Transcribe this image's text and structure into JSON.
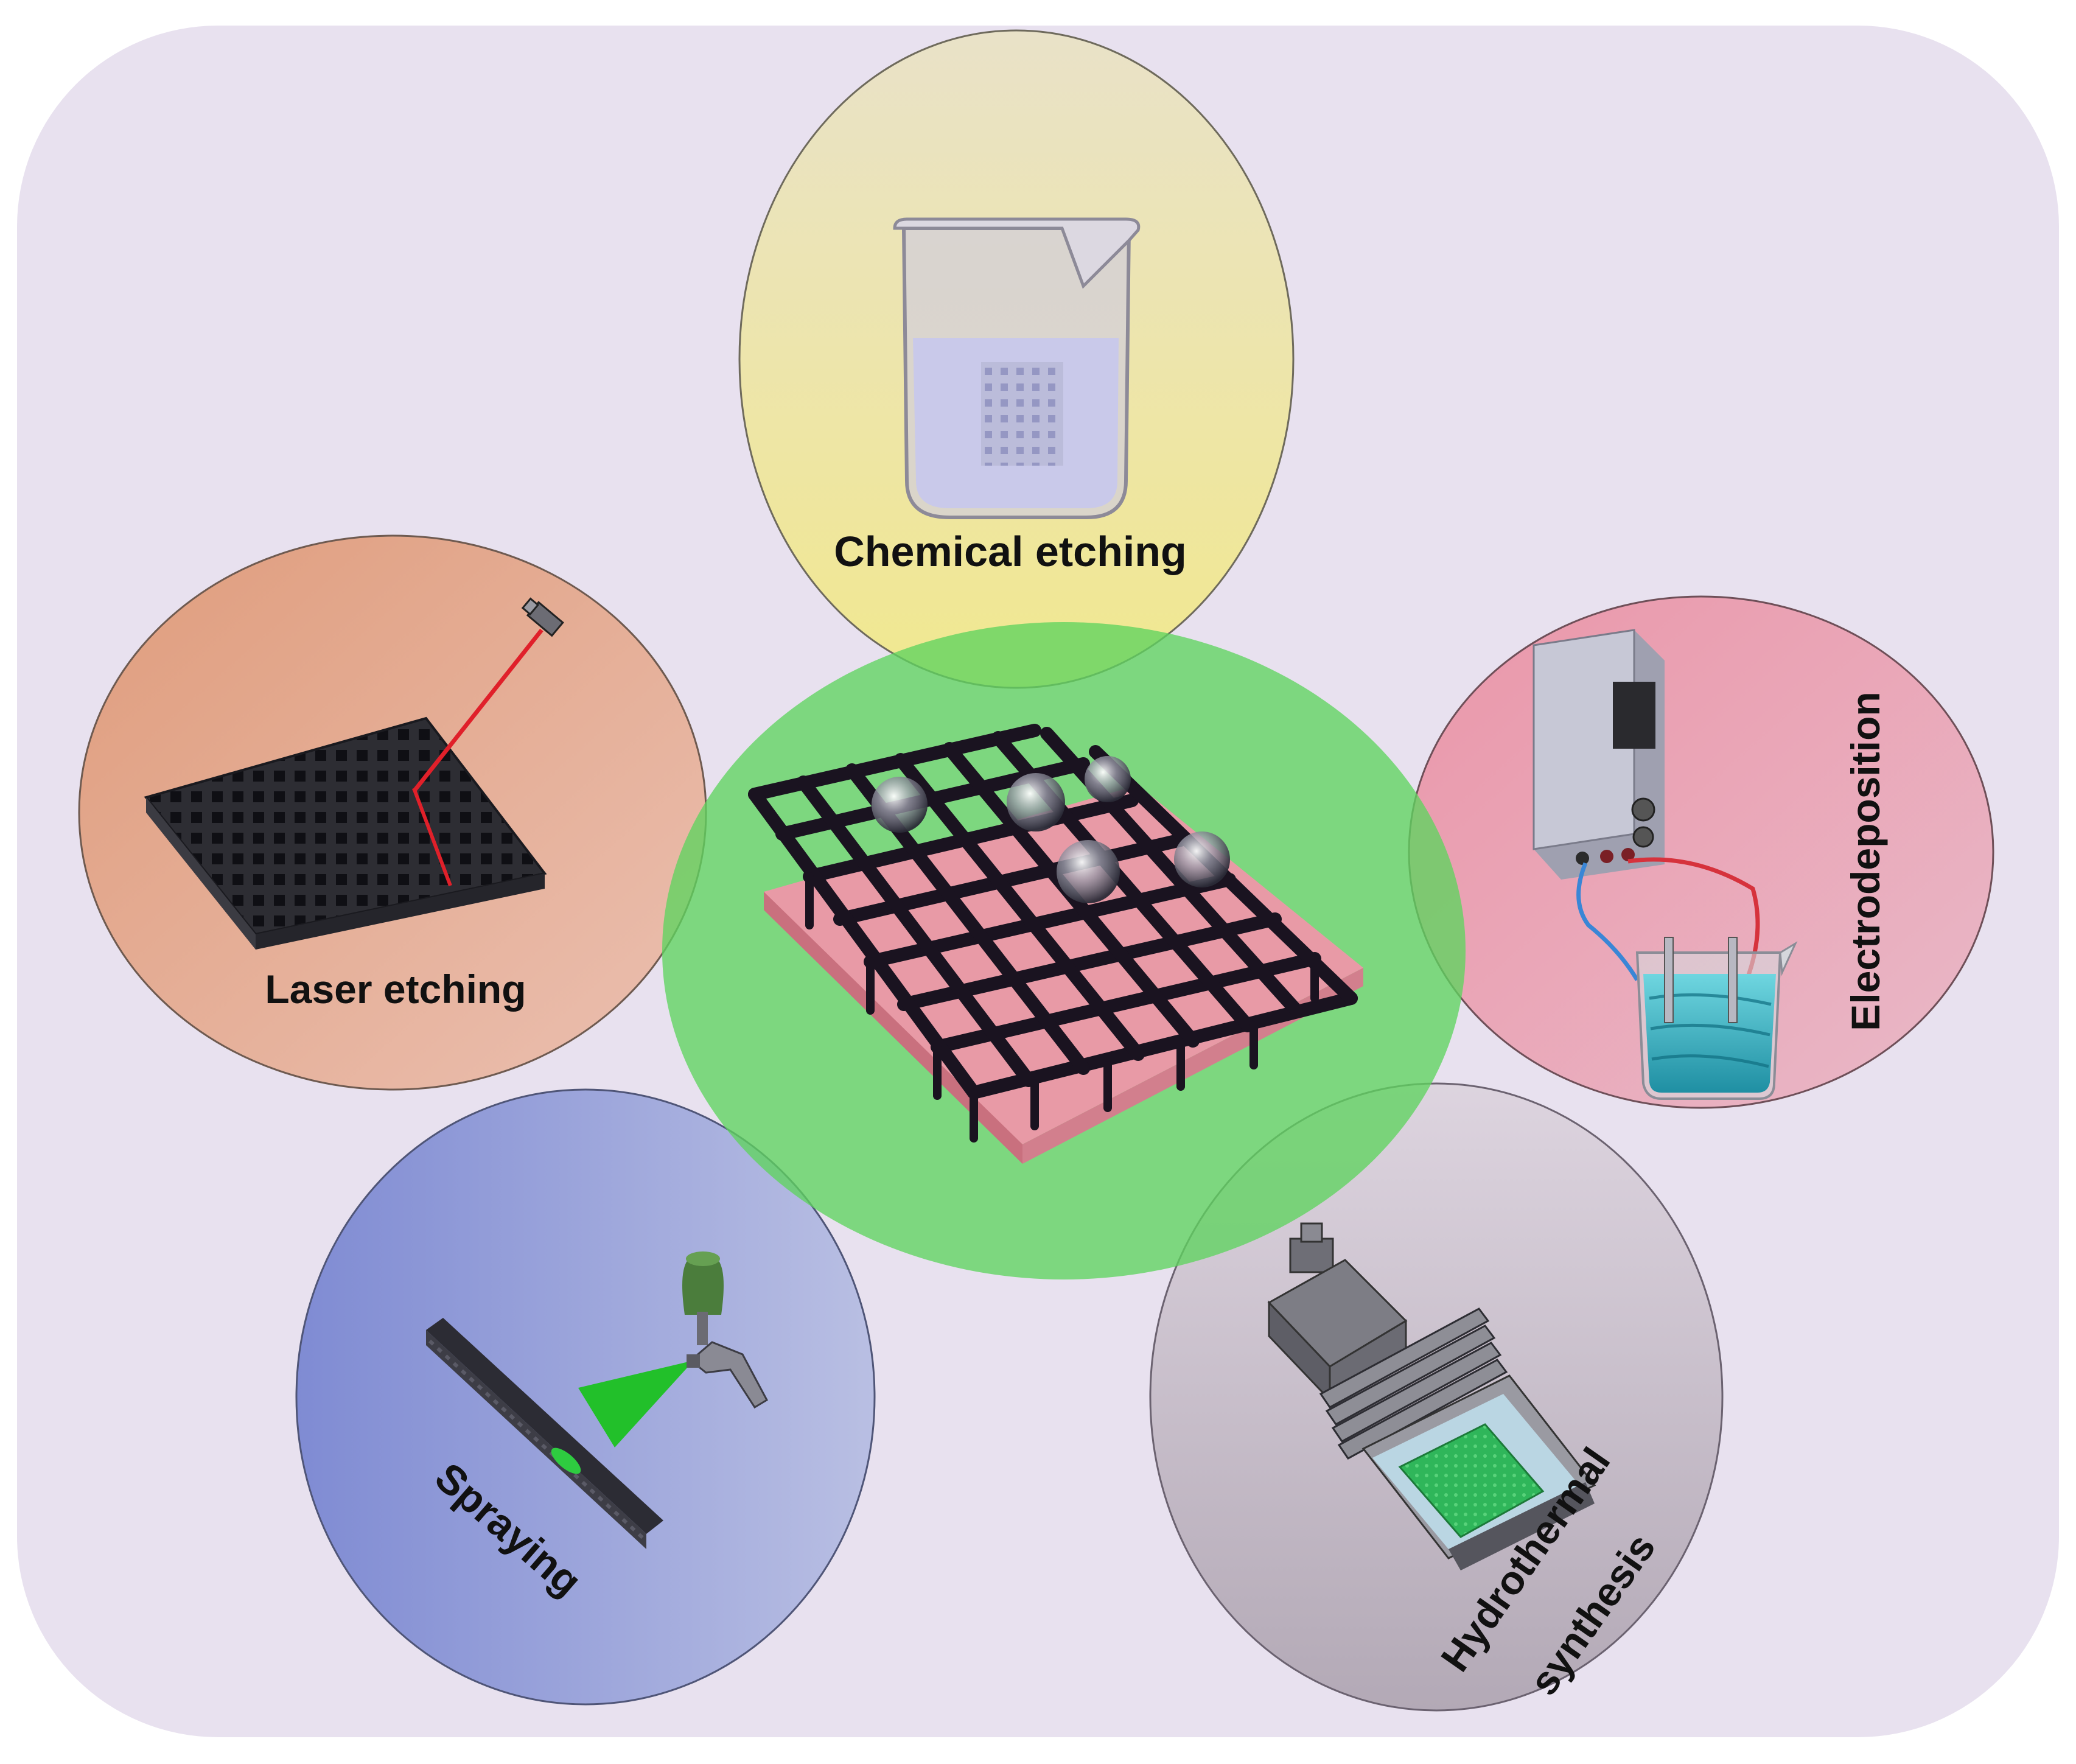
{
  "diagram": {
    "methods": {
      "chemical_etching": {
        "label": "Chemical etching"
      },
      "laser_etching": {
        "label": "Laser etching"
      },
      "electrodeposition": {
        "label": "Electrodeposition"
      },
      "spraying": {
        "label": "Spraying"
      },
      "hydrothermal_synthesis": {
        "label_line1": "Hydrothermal",
        "label_line2": "synthesis"
      }
    },
    "colors": {
      "background_panel": "#e8e1ef",
      "chemical_etching_circle": "#efe7b8",
      "laser_etching_circle": "#e4ab8e",
      "electrodeposition_circle": "#e9a2b3",
      "spraying_circle": "#8a96d6",
      "hydrothermal_circle": "#c5bcc8",
      "center_circle": "#6bd96b",
      "substrate": "#e89aa6",
      "mesh": "#1a1320",
      "laser_beam": "#e0202a",
      "spray_cone": "#22c02a",
      "electrolyte": "#2fb3c4"
    },
    "icons": [
      "beaker-icon",
      "laser-emitter-icon",
      "power-supply-icon",
      "spray-gun-icon",
      "autoclave-icon",
      "water-droplet-icon"
    ]
  }
}
